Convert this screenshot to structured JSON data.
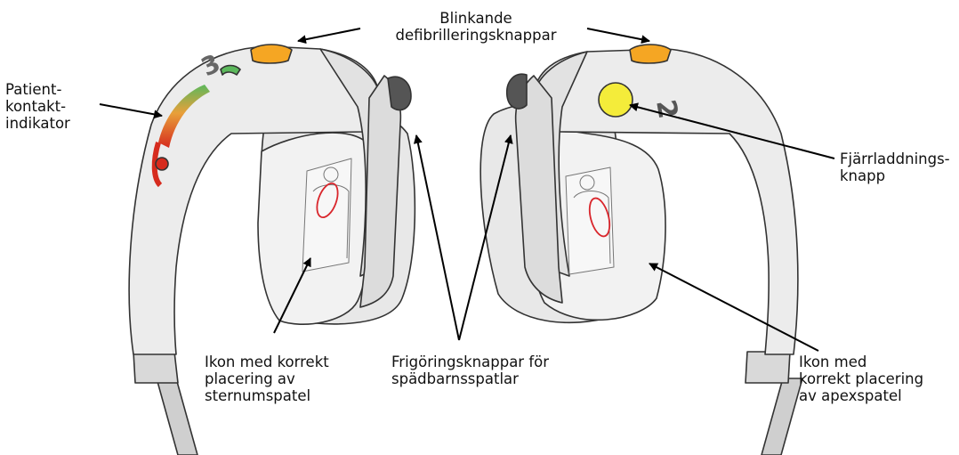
{
  "labels": {
    "flash_buttons": "Blinkande\ndefibrilleringsknappar",
    "patient_contact": "Patient-\nkontakt-\nindikator",
    "remote_charge": "Fjärrladdnings-\nknapp",
    "sternum_icon": "Ikon med korrekt\nplacering av\nsternumspatel",
    "pediatric_release": "Frigöringsknappar för\nspädbarnsspatlar",
    "apex_icon": "Ikon med\nkorrekt placering\nav apexspatel"
  },
  "paddle_numbers": {
    "left": "3",
    "right": "2"
  },
  "colors": {
    "body_fill": "#eeeeee",
    "outline": "#333333",
    "flash_button": "#f5a623",
    "charge_button": "#f4ec3a",
    "contact_green": "#5cb85c",
    "contact_red": "#d62b1e",
    "icon_circle": "#d9262c"
  }
}
